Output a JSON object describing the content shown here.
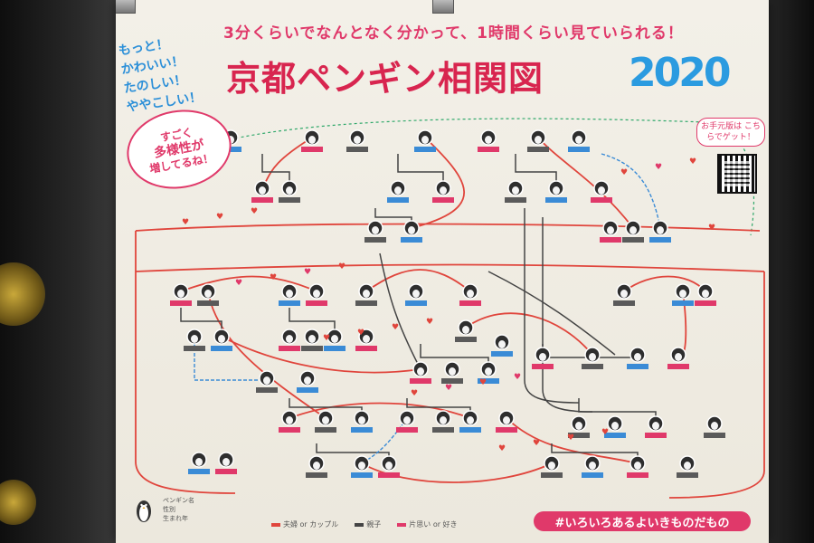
{
  "poster": {
    "tagline": "3分くらいでなんとなく分かって、1時間くらい見ていられる！",
    "title": "京都ペンギン相関図",
    "year": "2020",
    "side_words": [
      "もっと！",
      "かわいい！",
      "たのしい！",
      "ややこしい！"
    ],
    "bubble_lines": [
      "すごく",
      "多様性が",
      "増してるね！"
    ],
    "qr_label": "お手元版は こちらでゲット！",
    "hashtag": "#いろいろあるよいきものだもの",
    "legend": [
      "夫婦 or カップル",
      "親子",
      "片思い or 好き"
    ],
    "small_legend": [
      "ペンギン名",
      "性別",
      "生まれ年"
    ]
  },
  "colors": {
    "board": "#f0ede4",
    "accent_pink": "#e0396a",
    "title_red": "#d8254f",
    "year_blue": "#2b9be0",
    "line_red": "#e0453c",
    "line_dark": "#444444",
    "line_blue": "#3a8bd6",
    "line_green": "#2fa86a"
  },
  "icons": {
    "penguin": "penguin-icon",
    "qr": "qr-code-icon"
  }
}
